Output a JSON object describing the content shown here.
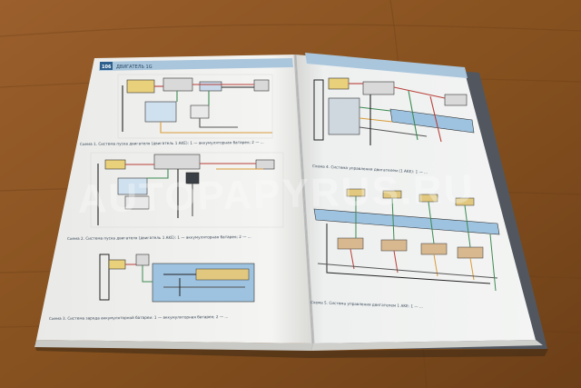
{
  "scene": {
    "description_free": true,
    "colors": {
      "table_wood": "#8a5528",
      "page_paper": "#f1f1ef",
      "header_band": "#a9c6dd",
      "diagram_blue": "#9ec3e0",
      "wire_red": "#b8403a",
      "wire_green": "#3c8a52",
      "wire_orange": "#d99b3a",
      "cover_grey": "#555b63"
    }
  },
  "book": {
    "left_page": {
      "page_number": "106",
      "header_label": "ДВИГАТЕЛЬ 1G",
      "captions": [
        "Схема 1. Система пуска двигателя (двигатель 1 AKE): 1 — аккумуляторная батарея; 2 — ...",
        "Схема 2. Система пуска двигателя (двигатель 1 AKE): 1 — аккумуляторная батарея; 2 — ...",
        "Схема 3. Система заряда аккумуляторной батареи: 1 — аккумуляторная батарея; 2 — ..."
      ]
    },
    "right_page": {
      "header_label": "",
      "captions": [
        "Схема 4. Система управления двигателем (1 AKE): 1 — ...",
        "Схема 5. Система управления двигателем 1 AKE: 1 — ..."
      ]
    }
  },
  "watermark": {
    "text": "AUTOPAPYRUS.RU"
  }
}
